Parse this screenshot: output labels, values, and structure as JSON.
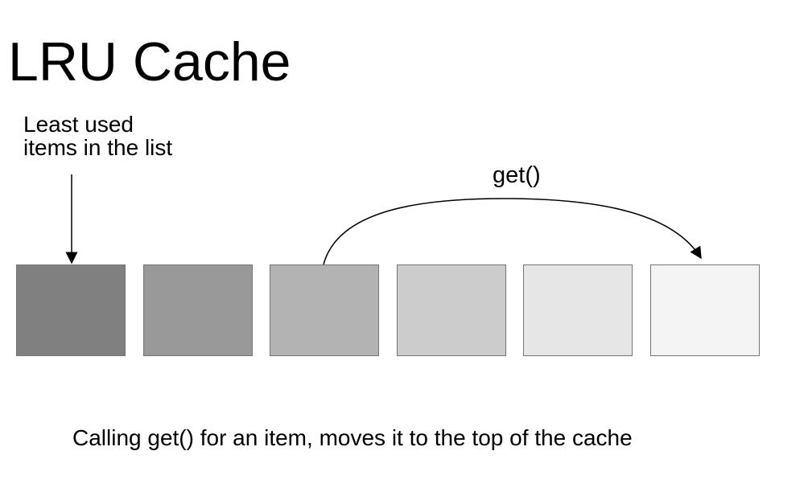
{
  "title": "LRU Cache",
  "labels": {
    "least_used": "Least used\nitems in the list",
    "get": "get()",
    "caption": "Calling get() for an item, moves it to the top of the cache"
  },
  "cache_items": [
    {
      "fill": "#808080"
    },
    {
      "fill": "#999999"
    },
    {
      "fill": "#b3b3b3"
    },
    {
      "fill": "#cccccc"
    },
    {
      "fill": "#e6e6e6"
    },
    {
      "fill": "#f4f4f4"
    }
  ],
  "colors": {
    "background": "#ffffff",
    "text": "#000000",
    "box_border": "#757575",
    "arrow": "#000000"
  }
}
